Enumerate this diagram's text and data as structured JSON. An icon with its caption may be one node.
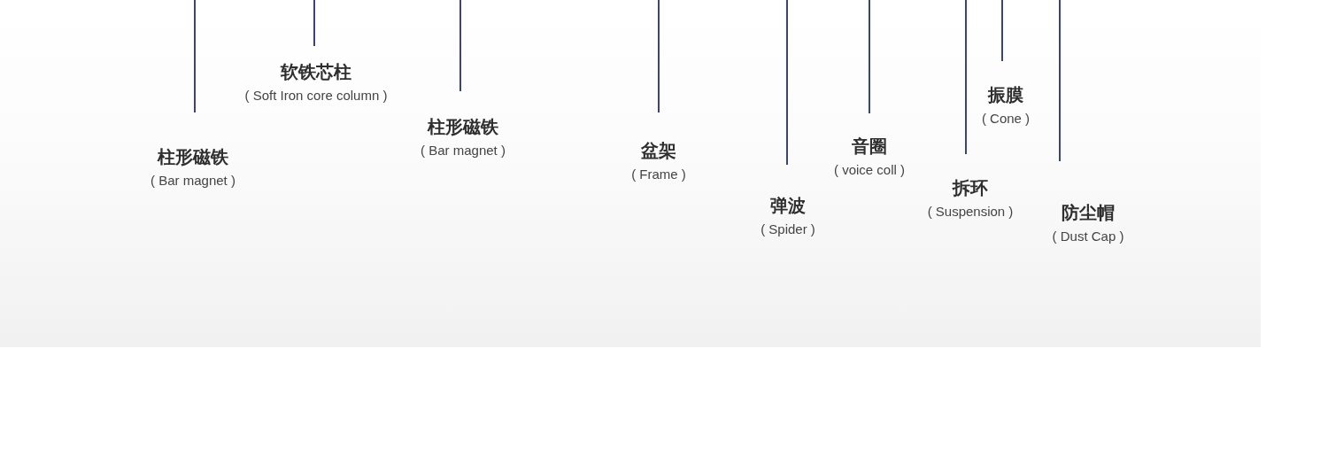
{
  "diagram": {
    "nodes": [
      {
        "text": [
          "柱形磁铁",
          "( Bar magnet )"
        ]
      },
      {
        "text": [
          "软铁芯柱",
          "( Soft Iron core column )"
        ]
      },
      {
        "text": [
          "柱形磁铁",
          "( Bar magnet )"
        ]
      },
      {
        "text": [
          "盆架",
          "( Frame )"
        ]
      },
      {
        "text": [
          "弹波",
          "( Spider )"
        ]
      },
      {
        "text": [
          "音圈",
          "( voice coll )"
        ]
      },
      {
        "text": [
          "拆环",
          "( Suspension )"
        ]
      },
      {
        "text": [
          "振膜",
          "( Cone )"
        ]
      },
      {
        "text": [
          "防尘帽",
          "( Dust Cap )"
        ]
      }
    ],
    "edges": [
      {
        "from": 0,
        "to": null,
        "arrow": "none"
      },
      {
        "from": 1,
        "to": null,
        "arrow": "none"
      },
      {
        "from": 2,
        "to": null,
        "arrow": "none"
      },
      {
        "from": 3,
        "to": null,
        "arrow": "none"
      },
      {
        "from": 4,
        "to": null,
        "arrow": "none"
      },
      {
        "from": 5,
        "to": null,
        "arrow": "none"
      },
      {
        "from": 6,
        "to": null,
        "arrow": "none"
      },
      {
        "from": 7,
        "to": null,
        "arrow": "none"
      },
      {
        "from": 8,
        "to": null,
        "arrow": "none"
      }
    ]
  }
}
